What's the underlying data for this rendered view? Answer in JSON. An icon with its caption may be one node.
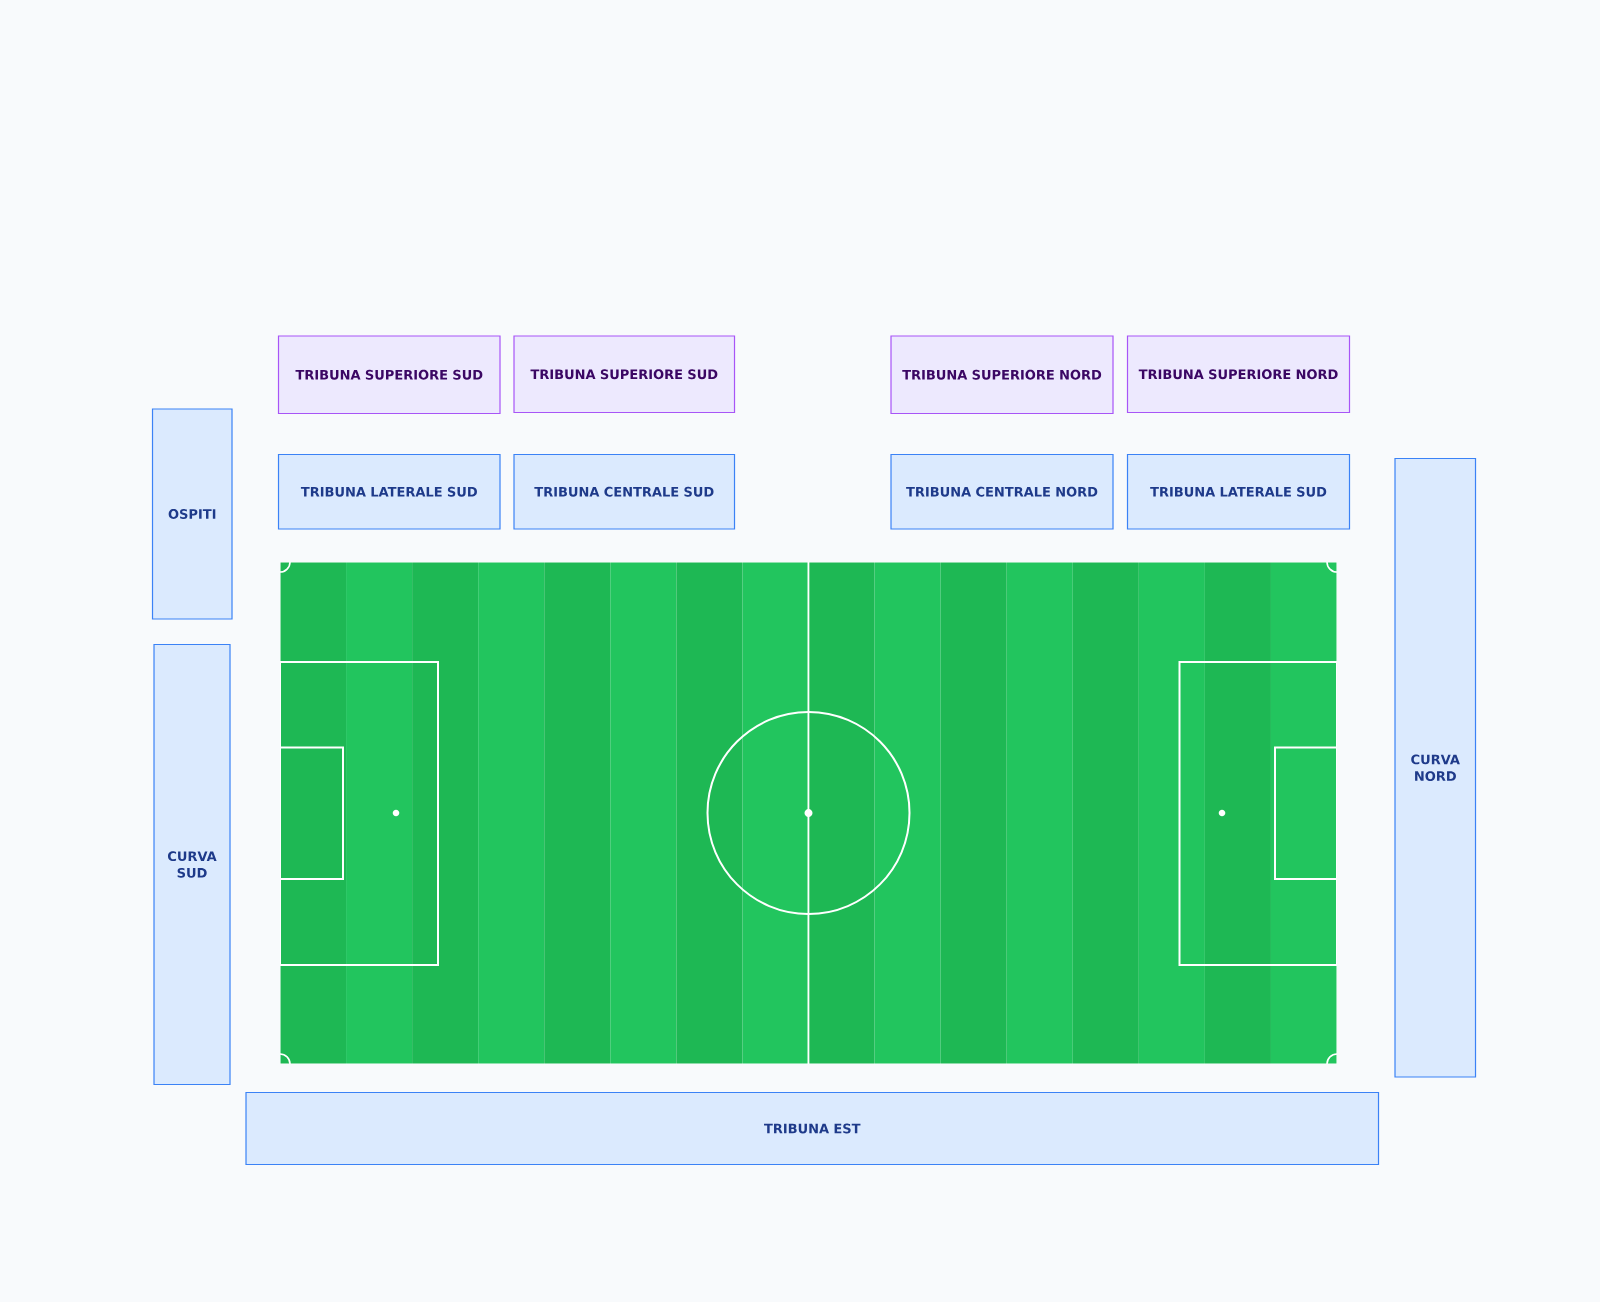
{
  "diagram": {
    "nodes": [
      {
        "text": [
          "TRIBUNA SUPERIORE SUD"
        ]
      },
      {
        "text": [
          "TRIBUNA SUPERIORE SUD"
        ]
      },
      {
        "text": [
          "TRIBUNA SUPERIORE NORD"
        ]
      },
      {
        "text": [
          "TRIBUNA SUPERIORE NORD"
        ]
      },
      {
        "text": [
          "OSPITI"
        ]
      },
      {
        "text": [
          "TRIBUNA LATERALE SUD"
        ]
      },
      {
        "text": [
          "TRIBUNA CENTRALE SUD"
        ]
      },
      {
        "text": [
          "TRIBUNA CENTRALE NORD"
        ]
      },
      {
        "text": [
          "TRIBUNA LATERALE SUD"
        ]
      },
      {
        "text": [
          "CURVA NORD"
        ]
      },
      {
        "text": [
          "CURVA SUD"
        ]
      },
      {
        "text": [
          "TRIBUNA EST"
        ]
      }
    ]
  }
}
